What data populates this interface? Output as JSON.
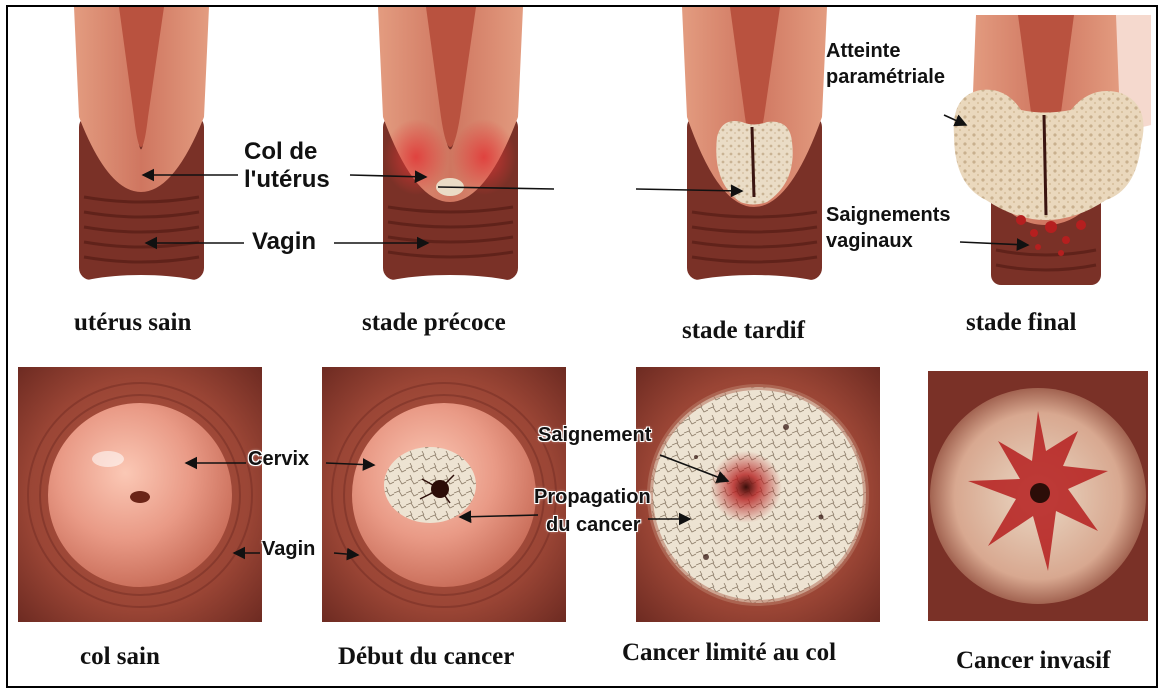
{
  "colors": {
    "tissue": "#c96a52",
    "tissue_light": "#e9a083",
    "tissue_dark": "#8a3b2b",
    "vagina_folds": "#6e2b22",
    "cervix_pink": "#e99a86",
    "tumor": "#eadcc6",
    "blood": "#b51f1f"
  },
  "top_row": {
    "captions": [
      "utérus sain",
      "stade précoce",
      "stade tardif",
      "stade final"
    ],
    "labels": {
      "col_line1": "Col de",
      "col_line2": "l'utérus",
      "vagin": "Vagin",
      "atteinte_line1": "Atteinte",
      "atteinte_line2": "paramétriale",
      "saign_line1": "Saignements",
      "saign_line2": "vaginaux"
    }
  },
  "bottom_row": {
    "captions": [
      "col sain",
      "Début du cancer",
      "Cancer limité au col",
      "Cancer invasif"
    ],
    "labels": {
      "cervix": "Cervix",
      "vagin": "Vagin",
      "saignement": "Saignement",
      "prop_line1": "Propagation",
      "prop_line2": "du cancer"
    }
  }
}
